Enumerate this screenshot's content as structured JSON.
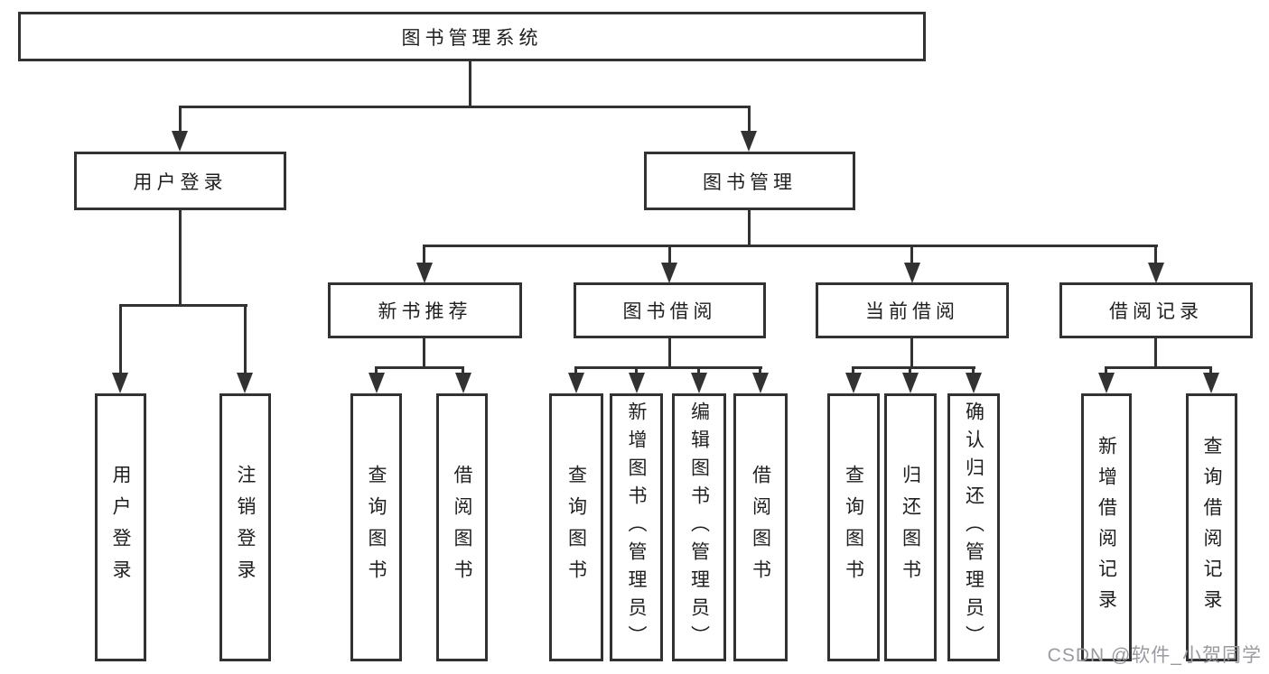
{
  "colors": {
    "line": "#323232",
    "text": "#1f1f1f",
    "background": "#ffffff",
    "watermark": "#9a9aa2"
  },
  "watermark": {
    "text": "CSDN @软件_小贺同学"
  },
  "tree": {
    "label": "图书管理系统",
    "children": [
      {
        "label": "用户登录",
        "children": [
          {
            "label": "用户登录"
          },
          {
            "label": "注销登录"
          }
        ]
      },
      {
        "label": "图书管理",
        "children": [
          {
            "label": "新书推荐",
            "children": [
              {
                "label": "查询图书"
              },
              {
                "label": "借阅图书"
              }
            ]
          },
          {
            "label": "图书借阅",
            "children": [
              {
                "label": "查询图书"
              },
              {
                "label": "新增图书（管理员）"
              },
              {
                "label": "编辑图书（管理员）"
              },
              {
                "label": "借阅图书"
              }
            ]
          },
          {
            "label": "当前借阅",
            "children": [
              {
                "label": "查询图书"
              },
              {
                "label": "归还图书"
              },
              {
                "label": "确认归还（管理员）"
              }
            ]
          },
          {
            "label": "借阅记录",
            "children": [
              {
                "label": "新增借阅记录"
              },
              {
                "label": "查询借阅记录"
              }
            ]
          }
        ]
      }
    ]
  }
}
